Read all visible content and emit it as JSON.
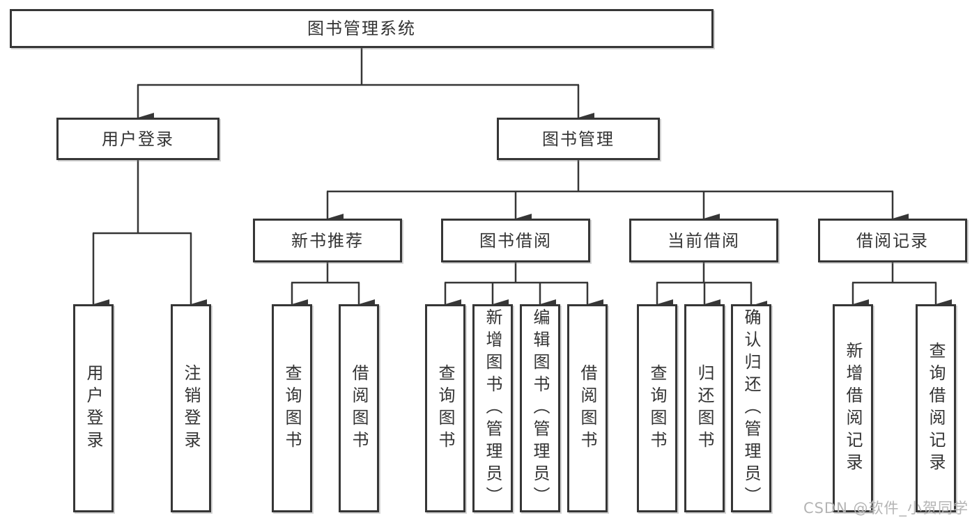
{
  "diagram": {
    "root": {
      "label": "图书管理系统"
    },
    "level2": [
      {
        "id": "user-login",
        "label": "用户登录"
      },
      {
        "id": "book-management",
        "label": "图书管理"
      }
    ],
    "level3": [
      {
        "id": "new-book-recommendation",
        "label": "新书推荐",
        "parent": "book-management"
      },
      {
        "id": "book-borrowing",
        "label": "图书借阅",
        "parent": "book-management"
      },
      {
        "id": "current-borrowing",
        "label": "当前借阅",
        "parent": "book-management"
      },
      {
        "id": "borrowing-records",
        "label": "借阅记录",
        "parent": "book-management"
      }
    ],
    "leaves": [
      {
        "id": "leaf-user-login",
        "label": "用户登录",
        "parent": "user-login"
      },
      {
        "id": "leaf-logout",
        "label": "注销登录",
        "parent": "user-login"
      },
      {
        "id": "leaf-query-books-rec",
        "label": "查询图书",
        "parent": "new-book-recommendation"
      },
      {
        "id": "leaf-borrow-books-rec",
        "label": "借阅图书",
        "parent": "new-book-recommendation"
      },
      {
        "id": "leaf-query-books-bb",
        "label": "查询图书",
        "parent": "book-borrowing"
      },
      {
        "id": "leaf-add-book-admin",
        "label": "新增图书（管理员）",
        "parent": "book-borrowing"
      },
      {
        "id": "leaf-edit-book-admin",
        "label": "编辑图书（管理员）",
        "parent": "book-borrowing"
      },
      {
        "id": "leaf-borrow-books-bb",
        "label": "借阅图书",
        "parent": "book-borrowing"
      },
      {
        "id": "leaf-query-books-cb",
        "label": "查询图书",
        "parent": "current-borrowing"
      },
      {
        "id": "leaf-return-books",
        "label": "归还图书",
        "parent": "current-borrowing"
      },
      {
        "id": "leaf-confirm-return-admin",
        "label": "确认归还（管理员）",
        "parent": "current-borrowing"
      },
      {
        "id": "leaf-add-borrow-record",
        "label": "新增借阅记录",
        "parent": "borrowing-records"
      },
      {
        "id": "leaf-query-borrow-record",
        "label": "查询借阅记录",
        "parent": "borrowing-records"
      }
    ]
  },
  "watermark": {
    "text": "CSDN @软件_小贺同学"
  },
  "colors": {
    "line": "#363636",
    "text": "#333333",
    "box_background": "#ffffff",
    "watermark": "#b4b4b4",
    "page_background": "#ffffff"
  }
}
